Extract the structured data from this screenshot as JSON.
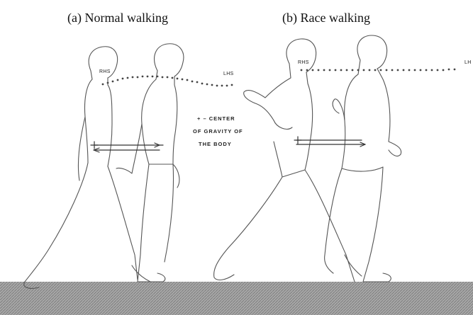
{
  "captions": {
    "a": "(a) Normal walking",
    "b": "(b) Race walking"
  },
  "labels": {
    "rhs_a": "RHS",
    "lhs_a": "LHS",
    "rhs_b": "RHS",
    "lhs_b": "LH"
  },
  "note": {
    "line1": "+ – CENTER",
    "line2": "OF GRAVITY OF",
    "line3": "THE BODY"
  },
  "colors": {
    "line": "#555555",
    "ground": "#9a9a9a"
  }
}
